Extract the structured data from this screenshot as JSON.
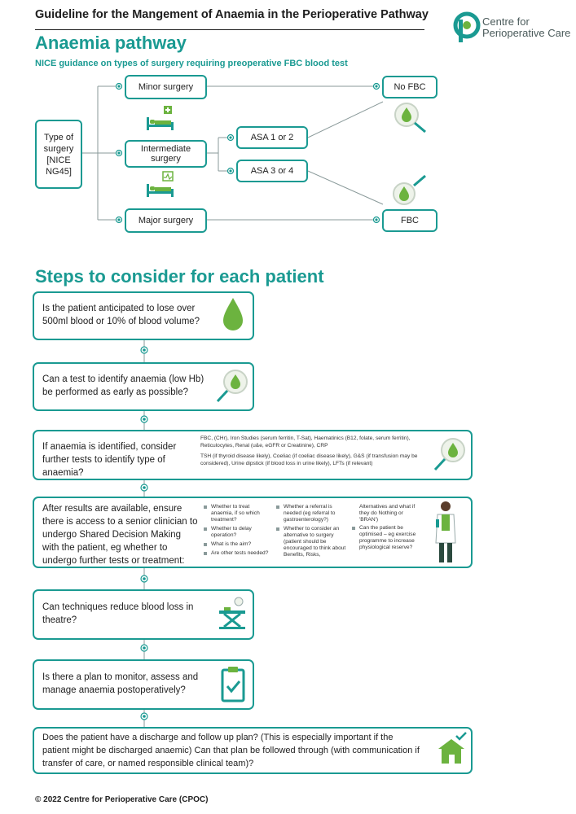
{
  "header": {
    "doc_title": "Guideline for the Mangement of Anaemia in the Perioperative Pathway",
    "logo_line1": "Centre for",
    "logo_line2": "Perioperative Care"
  },
  "pathway": {
    "heading": "Anaemia pathway",
    "subheading": "NICE guidance on types of surgery requiring preoperative FBC blood test",
    "type_box": "Type of surgery [NICE NG45]",
    "minor": "Minor surgery",
    "intermediate": "Intermediate surgery",
    "major": "Major surgery",
    "asa12": "ASA 1 or 2",
    "asa34": "ASA 3 or 4",
    "no_fbc": "No FBC",
    "fbc": "FBC"
  },
  "steps": {
    "heading": "Steps to consider for each patient",
    "s1": "Is the patient anticipated to lose over 500ml blood or 10% of blood volume?",
    "s2": "Can a test to identify anaemia (low Hb) be performed as early as possible?",
    "s3": "If anaemia is identified, consider further tests to identify type of anaemia?",
    "s3_tests_a": "FBC, (CHr), Iron Studies (serum ferritin, T-Sat), Haematinics (B12, folate, serum ferritin), Reticulocytes, Renal (u&e, eGFR or Creatinine), CRP",
    "s3_tests_b": "TSH (if thyroid disease likely), Coeliac (if coeliac disease likely), G&S (if transfusion may be considered), Urine dipstick (if blood loss in urine likely), LFTs (if relevant)",
    "s4": "After results are available, ensure there is access to a senior clinician to undergo Shared Decision Making with the patient, eg whether to undergo further tests or treatment:",
    "s4_col1": [
      "Whether to treat anaemia, if so which treatment?",
      "Whether to delay operation?",
      "What is the aim?",
      "Are other tests needed?"
    ],
    "s4_col2": [
      "Whether a referral is needed (eg referral to gastroenterology?)",
      "Whether to consider an alternative to surgery (patient should be encouraged to think about Benefits, Risks,"
    ],
    "s4_col3a": "Alternatives and what if they do Nothing or 'BRAN')",
    "s4_col3b": "Can the patient be optimised – eg exercise programme to increase physiological reserve?",
    "s5": "Can techniques reduce blood loss in theatre?",
    "s6": "Is there a plan to monitor, assess and manage anaemia postoperatively?",
    "s7": "Does the patient have a discharge and follow up plan? (This is especially important if the patient might be discharged anaemic) Can that plan be followed through (with communication if transfer of care, or named responsible clinical team)?"
  },
  "footer": {
    "copyright": "© 2022 Centre for Perioperative Care (CPOC)"
  },
  "colors": {
    "teal": "#1a9a92",
    "green": "#6cb33f",
    "grey": "#8a9a9a"
  }
}
